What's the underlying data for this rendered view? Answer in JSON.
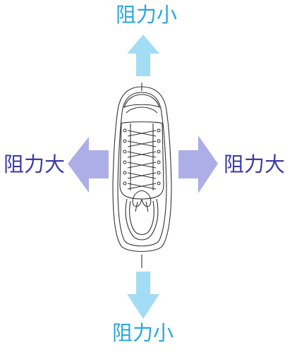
{
  "labels": {
    "top": "阻力小",
    "bottom": "阻力小",
    "left": "阻力大",
    "right": "阻力大"
  },
  "colors": {
    "vertical_arrow": "#a3dcf5",
    "horizontal_arrow": "#adaee8",
    "vertical_text": "#2aa7de",
    "horizontal_text": "#3c3aa6",
    "shoe_outline": "#333333"
  }
}
